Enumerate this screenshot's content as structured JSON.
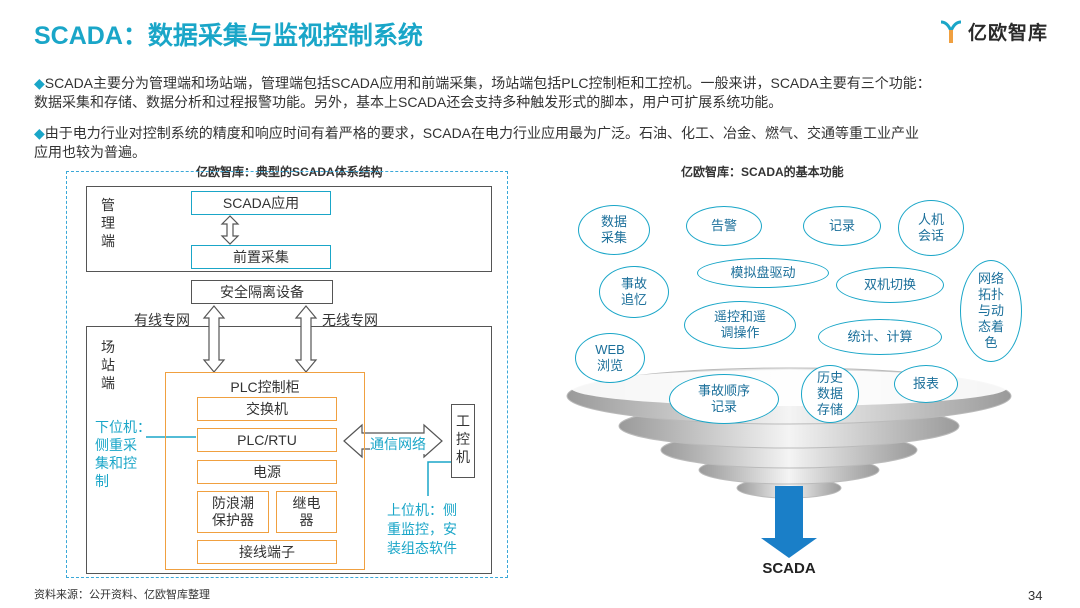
{
  "header": {
    "title": "SCADA：数据采集与监视控制系统",
    "logo_text": "亿欧智库"
  },
  "bullets": [
    {
      "marker": "◆",
      "line1": "SCADA主要分为管理端和场站端，管理端包括SCADA应用和前端采集，场站端包括PLC控制柜和工控机。一般来讲，SCADA主要有三个功能：",
      "line2": "数据采集和存储、数据分析和过程报警功能。另外，基本上SCADA还会支持多种触发形式的脚本，用户可扩展系统功能。"
    },
    {
      "marker": "◆",
      "line1": "由于电力行业对控制系统的精度和响应时间有着严格的要求，SCADA在电力行业应用最为广泛。石油、化工、冶金、燃气、交通等重工业产业",
      "line2": "应用也较为普遍。"
    }
  ],
  "left_diagram": {
    "subtitle": "亿欧智库：典型的SCADA体系结构",
    "mgmt_label": [
      "管",
      "理",
      "端"
    ],
    "scada_app": "SCADA应用",
    "front_collect": "前置采集",
    "isolation": "安全隔离设备",
    "wired": "有线专网",
    "wireless": "无线专网",
    "station_label": [
      "场",
      "站",
      "端"
    ],
    "plc_cabinet": "PLC控制柜",
    "switch": "交换机",
    "plc_rtu": "PLC/RTU",
    "power": "电源",
    "surge": "防浪潮\n保护器",
    "relay": "继电\n器",
    "terminal": "接线端子",
    "comm": "通信网络",
    "ipc": [
      "工",
      "控",
      "机"
    ],
    "lower_note": [
      "下位机：",
      "侧重采",
      "集和控",
      "制"
    ],
    "upper_note": [
      "上位机：侧",
      "重监控，安",
      "装组态软件"
    ]
  },
  "right_diagram": {
    "subtitle": "亿欧智库：SCADA的基本功能",
    "functions": [
      {
        "name": "f-data",
        "text": "数据\n采集"
      },
      {
        "name": "f-alarm",
        "text": "告警"
      },
      {
        "name": "f-record",
        "text": "记录"
      },
      {
        "name": "f-hmi",
        "text": "人机\n会话"
      },
      {
        "name": "f-recall",
        "text": "事故\n追忆"
      },
      {
        "name": "f-sim",
        "text": "模拟盘驱动"
      },
      {
        "name": "f-dual",
        "text": "双机切换"
      },
      {
        "name": "f-topo",
        "text": "网络\n拓扑\n与动\n态着\n色"
      },
      {
        "name": "f-remote",
        "text": "遥控和遥\n调操作"
      },
      {
        "name": "f-stat",
        "text": "统计、计算"
      },
      {
        "name": "f-web",
        "text": "WEB\n浏览"
      },
      {
        "name": "f-seq",
        "text": "事故顺序\n记录"
      },
      {
        "name": "f-hist",
        "text": "历史\n数据\n存储"
      },
      {
        "name": "f-report",
        "text": "报表"
      }
    ],
    "funnel_label": "SCADA"
  },
  "footer": {
    "source": "资料来源：公开资料、亿欧智库整理",
    "page": "34"
  },
  "colors": {
    "accent": "#1aa6c8",
    "orange": "#f0a040"
  }
}
